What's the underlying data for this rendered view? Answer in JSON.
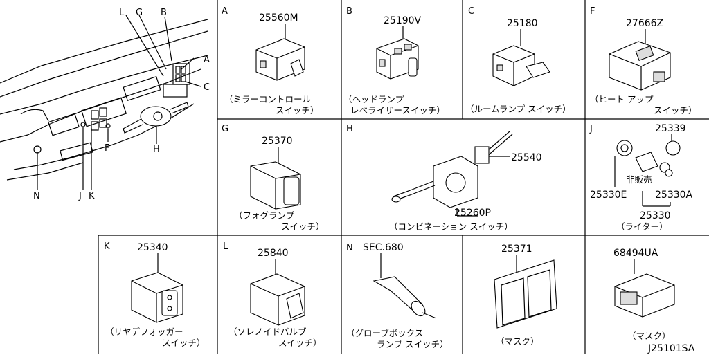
{
  "overview": {
    "callouts": [
      "L",
      "G",
      "B",
      "A",
      "C",
      "N",
      "J",
      "K",
      "F",
      "H"
    ]
  },
  "panels": {
    "A": {
      "letter": "A",
      "part": "25560M",
      "caption1": "（ミラーコントロール",
      "caption2": "スイッチ）"
    },
    "B": {
      "letter": "B",
      "part": "25190V",
      "caption1": "（ヘッドランプ",
      "caption2": "レベライザースイッチ）"
    },
    "C": {
      "letter": "C",
      "part": "25180",
      "caption1": "（ルームランプ スイッチ）"
    },
    "F": {
      "letter": "F",
      "part": "27666Z",
      "caption1": "（ヒート アップ",
      "caption2": "スイッチ）"
    },
    "G": {
      "letter": "G",
      "part": "25370",
      "caption1": "（フォグランプ",
      "caption2": "スイッチ）"
    },
    "H": {
      "letter": "H",
      "part1": "25540",
      "part2": "25260P",
      "caption1": "（コンビネーション スイッチ）"
    },
    "J": {
      "letter": "J",
      "part_top": "25339",
      "not_for_sale": "非販売",
      "part_left": "25330E",
      "part_right": "25330A",
      "part_bottom": "25330",
      "caption1": "（ライター）"
    },
    "K": {
      "letter": "K",
      "part": "25340",
      "caption1": "（リヤデフォッガー",
      "caption2": "スイッチ）"
    },
    "L": {
      "letter": "L",
      "part": "25840",
      "caption1": "（ソレノイドバルブ",
      "caption2": "スイッチ）"
    },
    "N": {
      "letter": "N",
      "part": "SEC.680",
      "caption1": "（グローブボックス",
      "caption2": "ランプ スイッチ）"
    },
    "M1": {
      "part": "25371",
      "caption1": "（マスク）"
    },
    "M2": {
      "part": "68494UA",
      "caption1": "（マスク）"
    }
  },
  "diagram_code": "J25101SA"
}
